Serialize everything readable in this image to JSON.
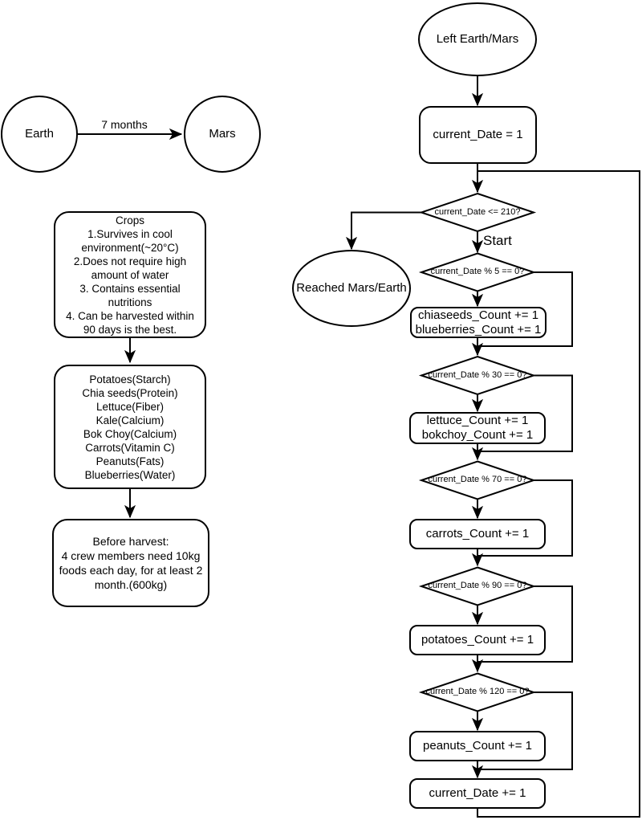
{
  "diagram": {
    "journey": {
      "origin": "Earth",
      "destination": "Mars",
      "duration_label": "7 months"
    },
    "notes": {
      "crops": "Crops\n1.Survives in cool\nenvironment(~20°C)\n2.Does not require high\namount of water\n3. Contains essential\nnutritions\n4. Can be harvested within\n90 days is the best.",
      "foods": "Potatoes(Starch)\nChia seeds(Protein)\nLettuce(Fiber)\nKale(Calcium)\nBok Choy(Calcium)\nCarrots(Vitamin C)\nPeanuts(Fats)\nBlueberries(Water)",
      "harvest": "Before harvest:\n4 crew members need 10kg\nfoods each day, for at least 2\nmonth.(600kg)"
    },
    "flow": {
      "start_terminal": "Left Earth/Mars",
      "end_terminal": "Reached Mars/Earth",
      "init": "current_Date = 1",
      "loop_condition": "current_Date <= 210?",
      "start_label": "Start",
      "checks": [
        {
          "condition": "current_Date % 5 == 0?",
          "action": "chiaseeds_Count += 1\nblueberries_Count += 1"
        },
        {
          "condition": "current_Date % 30 == 0?",
          "action": "lettuce_Count += 1\nbokchoy_Count += 1"
        },
        {
          "condition": "current_Date % 70 == 0?",
          "action": "carrots_Count += 1"
        },
        {
          "condition": "current_Date % 90 == 0?",
          "action": "potatoes_Count += 1"
        },
        {
          "condition": "current_Date % 120 == 0?",
          "action": "peanuts_Count += 1"
        }
      ],
      "increment": "current_Date += 1"
    },
    "colors": {
      "stroke": "#000000",
      "fill": "#ffffff",
      "background": "#ffffff"
    }
  }
}
